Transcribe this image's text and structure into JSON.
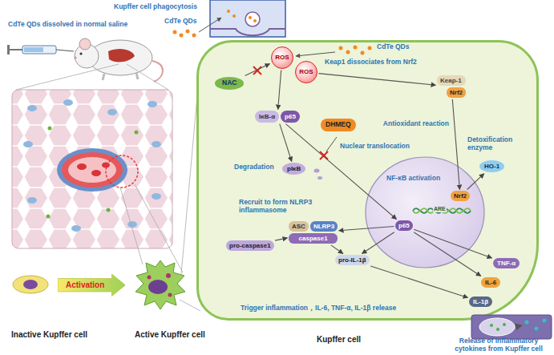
{
  "diagram": {
    "nodes": [
      {
        "text": [
          "Kupffer cell"
        ]
      },
      {
        "text": [
          "ROS"
        ],
        "in": 0
      },
      {
        "text": [
          "ROS"
        ],
        "in": 0
      },
      {
        "text": [
          "NAC"
        ],
        "in": 0
      },
      {
        "text": [
          "Keap-1",
          "Nrf2"
        ],
        "in": 0
      },
      {
        "text": [
          "IκB-α",
          "p65"
        ],
        "in": 0
      },
      {
        "text": [
          "DHMEQ"
        ],
        "in": 0
      },
      {
        "text": [
          "NF-κB activation"
        ],
        "in": 0
      },
      {
        "text": [
          "Nrf2"
        ],
        "in": 7
      },
      {
        "text": [
          "p65"
        ],
        "in": 7
      },
      {
        "text": [
          "HO-1"
        ],
        "in": 0
      },
      {
        "text": [
          "ASC",
          "NLRP3",
          "caspase1"
        ],
        "in": 0
      },
      {
        "text": [
          "pro-caspase1"
        ],
        "in": 0
      },
      {
        "text": [
          "pro-IL-1β"
        ],
        "in": 0
      },
      {
        "text": [
          "TNF-α"
        ],
        "in": 0
      },
      {
        "text": [
          "IL-6"
        ],
        "in": 0
      },
      {
        "text": [
          "IL-1β"
        ],
        "in": 0
      },
      {
        "text": [
          "pIκB"
        ],
        "in": 0
      },
      {
        "text": [
          "Activation"
        ]
      }
    ],
    "edges": [
      {
        "from": 3,
        "to": 1,
        "arrow": "to"
      },
      {
        "from": 2,
        "to": 4,
        "label": "Keap1 dissociates from Nrf2",
        "arrow": "to"
      },
      {
        "from": 4,
        "to": 8,
        "label": "Antioxidant reaction",
        "arrow": "to"
      },
      {
        "from": 8,
        "to": 10,
        "label": "Detoxification enzyme",
        "arrow": "to"
      },
      {
        "from": 1,
        "to": 5,
        "arrow": "to"
      },
      {
        "from": 5,
        "to": 17,
        "label": "Degradation",
        "arrow": "to"
      },
      {
        "from": 5,
        "to": 9,
        "label": "Nuclear translocation",
        "arrow": "to"
      },
      {
        "from": 9,
        "to": 11,
        "arrow": "to"
      },
      {
        "from": 12,
        "to": 11,
        "arrow": "to"
      },
      {
        "from": 11,
        "to": 13,
        "arrow": "to"
      },
      {
        "from": 9,
        "to": 13,
        "arrow": "to"
      },
      {
        "from": 9,
        "to": 14,
        "arrow": "to"
      },
      {
        "from": 9,
        "to": 15,
        "arrow": "to"
      },
      {
        "from": 13,
        "to": 16,
        "arrow": "to"
      }
    ],
    "labels": [
      "CdTe QDs dissolved in normal saline",
      "Kupffer cell phagocytosis",
      "CdTe QDs",
      "CdTe QDs",
      "ARE",
      "Recruit to form NLRP3 inflammasome",
      "Trigger inflammation，IL-6, TNF-α, IL-1β release",
      "Inactive Kupffer cell",
      "Active Kupffer cell",
      "Release of inflammatory cytokines from Kupffer cell"
    ]
  }
}
